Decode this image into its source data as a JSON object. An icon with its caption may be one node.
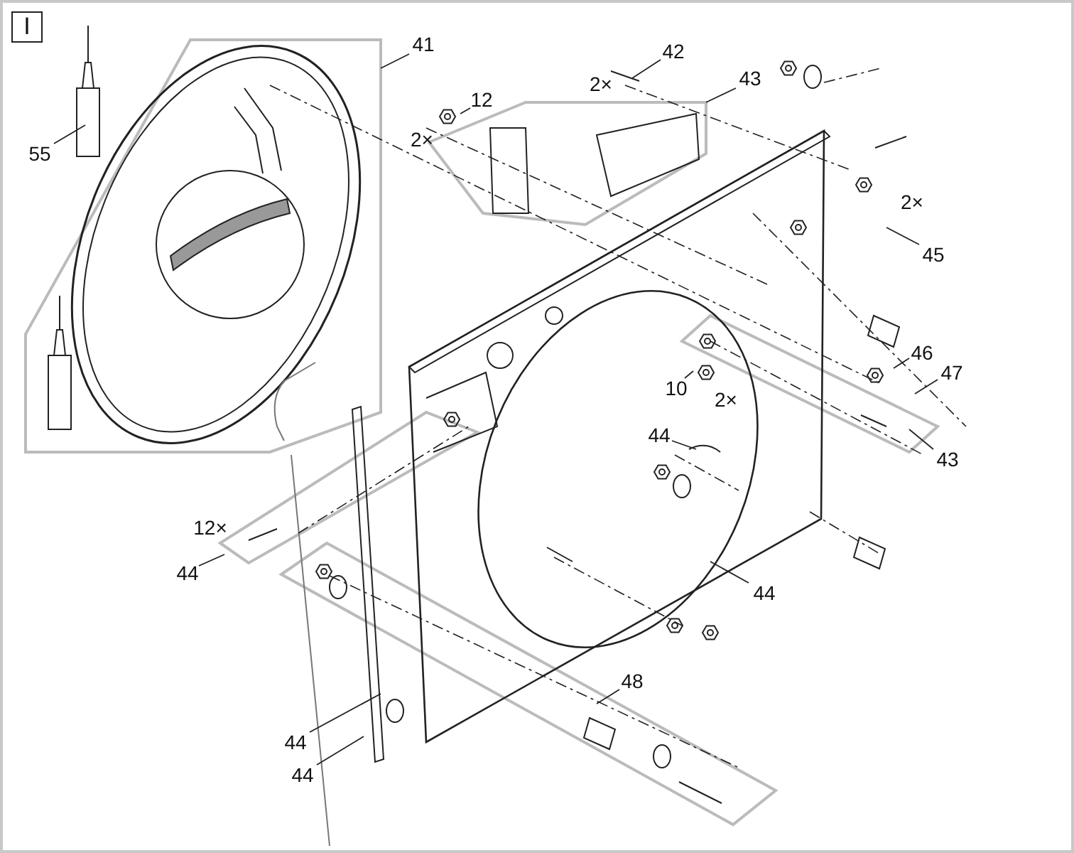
{
  "diagram": {
    "nodes": [
      {
        "text": [
          "41"
        ]
      },
      {
        "text": [
          "42"
        ]
      },
      {
        "text": [
          "12"
        ]
      },
      {
        "text": [
          "43"
        ]
      },
      {
        "text": [
          "55"
        ]
      },
      {
        "text": [
          "45"
        ]
      },
      {
        "text": [
          "46"
        ]
      },
      {
        "text": [
          "47"
        ]
      },
      {
        "text": [
          "10"
        ]
      },
      {
        "text": [
          "44"
        ]
      },
      {
        "text": [
          "43"
        ]
      },
      {
        "text": [
          "44"
        ]
      },
      {
        "text": [
          "44"
        ]
      },
      {
        "text": [
          "48"
        ]
      },
      {
        "text": [
          "44"
        ]
      },
      {
        "text": [
          "44"
        ]
      }
    ],
    "edges": [
      {
        "from": 0,
        "to": null,
        "arrow": "none"
      },
      {
        "from": 1,
        "to": null,
        "arrow": "none"
      },
      {
        "from": 2,
        "to": null,
        "arrow": "none"
      },
      {
        "from": 3,
        "to": null,
        "arrow": "none"
      },
      {
        "from": 4,
        "to": null,
        "arrow": "none"
      },
      {
        "from": 5,
        "to": null,
        "arrow": "none"
      },
      {
        "from": 6,
        "to": null,
        "arrow": "none"
      },
      {
        "from": 7,
        "to": null,
        "arrow": "none"
      },
      {
        "from": 8,
        "to": null,
        "arrow": "none"
      },
      {
        "from": 9,
        "to": null,
        "arrow": "none"
      },
      {
        "from": 10,
        "to": null,
        "arrow": "none"
      },
      {
        "from": 11,
        "to": null,
        "arrow": "none"
      },
      {
        "from": 12,
        "to": null,
        "arrow": "none"
      },
      {
        "from": 13,
        "to": null,
        "arrow": "none"
      },
      {
        "from": 14,
        "to": null,
        "arrow": "none"
      },
      {
        "from": 15,
        "to": null,
        "arrow": "none"
      }
    ],
    "labels": [
      "I",
      "2×",
      "2×",
      "2×",
      "2×",
      "12×"
    ]
  }
}
